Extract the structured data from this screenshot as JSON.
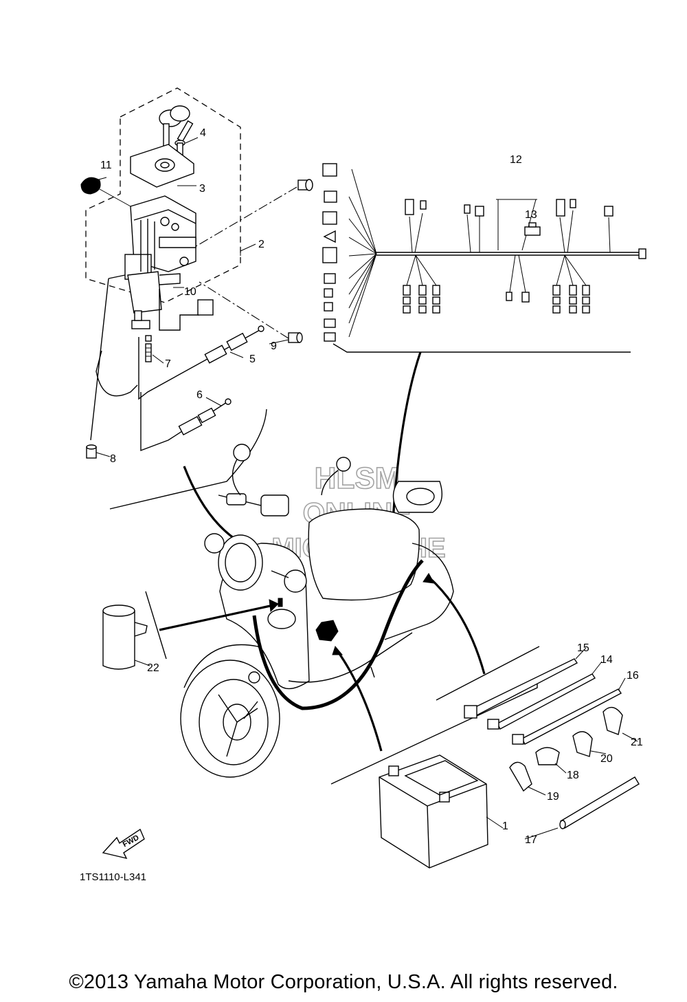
{
  "diagram": {
    "callouts": [
      {
        "id": "c1",
        "label": "1"
      },
      {
        "id": "c2",
        "label": "2"
      },
      {
        "id": "c3",
        "label": "3"
      },
      {
        "id": "c4",
        "label": "4"
      },
      {
        "id": "c5",
        "label": "5"
      },
      {
        "id": "c6",
        "label": "6"
      },
      {
        "id": "c7",
        "label": "7"
      },
      {
        "id": "c8",
        "label": "8"
      },
      {
        "id": "c9",
        "label": "9"
      },
      {
        "id": "c10",
        "label": "10"
      },
      {
        "id": "c11",
        "label": "11"
      },
      {
        "id": "c12",
        "label": "12"
      },
      {
        "id": "c13",
        "label": "13"
      },
      {
        "id": "c14",
        "label": "14"
      },
      {
        "id": "c15",
        "label": "15"
      },
      {
        "id": "c16",
        "label": "16"
      },
      {
        "id": "c17",
        "label": "17"
      },
      {
        "id": "c18",
        "label": "18"
      },
      {
        "id": "c19",
        "label": "19"
      },
      {
        "id": "c20",
        "label": "20"
      },
      {
        "id": "c21",
        "label": "21"
      },
      {
        "id": "c22",
        "label": "22"
      }
    ],
    "direction_label": "FWD",
    "diagram_code": "1TS1110-L341",
    "watermark": [
      "HLSM",
      "ONLINE",
      "MICROFICHE"
    ]
  },
  "footer": {
    "copyright": "©2013 Yamaha Motor Corporation, U.S.A. All rights reserved."
  }
}
